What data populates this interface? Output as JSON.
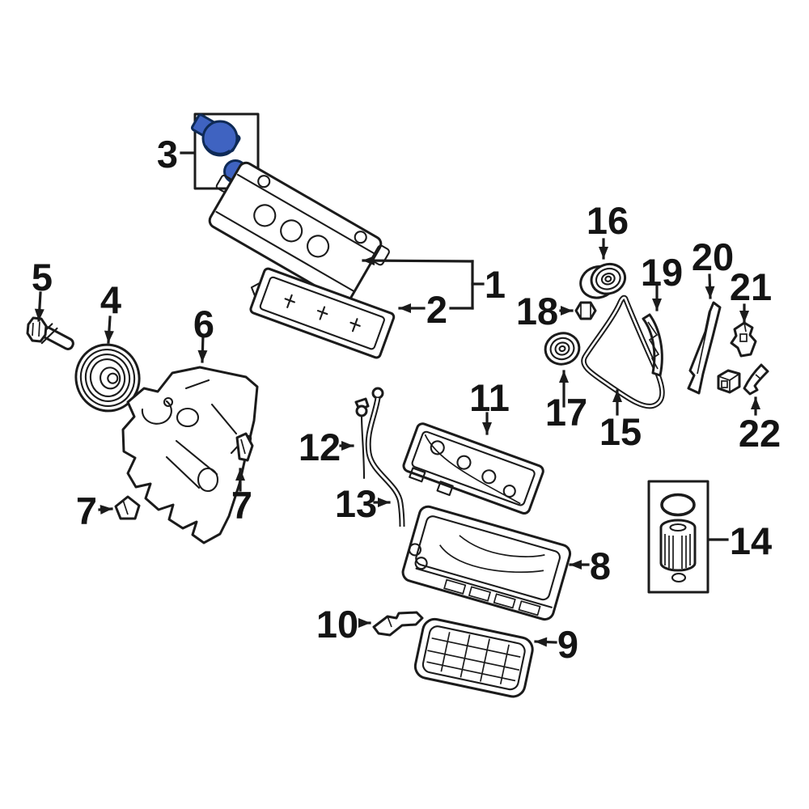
{
  "figure": {
    "kind": "exploded-engine-parts-diagram",
    "background": "#ffffff",
    "line_color": "#1b1b1b",
    "highlight_fill": "#3f63c1",
    "highlight_stroke": "#0e2a56"
  },
  "callouts": [
    "1",
    "2",
    "3",
    "4",
    "5",
    "6",
    "7",
    "7",
    "8",
    "9",
    "10",
    "11",
    "12",
    "13",
    "14",
    "15",
    "16",
    "17",
    "18",
    "19",
    "20",
    "21",
    "22"
  ]
}
